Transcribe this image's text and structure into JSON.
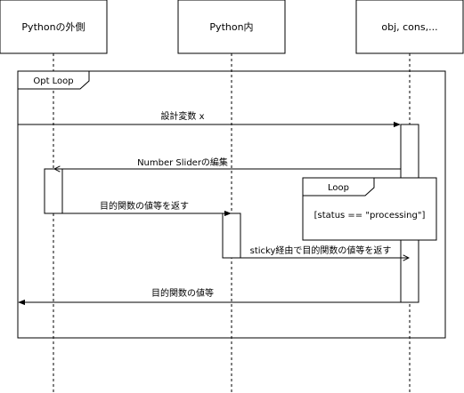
{
  "participants": [
    {
      "label": "Pythonの外側"
    },
    {
      "label": "Python内"
    },
    {
      "label": "obj, cons,..."
    }
  ],
  "frames": [
    {
      "tag": "Opt Loop"
    },
    {
      "tag": "Loop",
      "guard": "[status == \"processing\"]"
    }
  ],
  "messages": [
    {
      "label": "設計変数 x"
    },
    {
      "label": "Number Sliderの編集"
    },
    {
      "label": "目的関数の値等を返す"
    },
    {
      "label": "sticky経由で目的関数の値等を返す"
    },
    {
      "label": "目的関数の値等"
    }
  ]
}
